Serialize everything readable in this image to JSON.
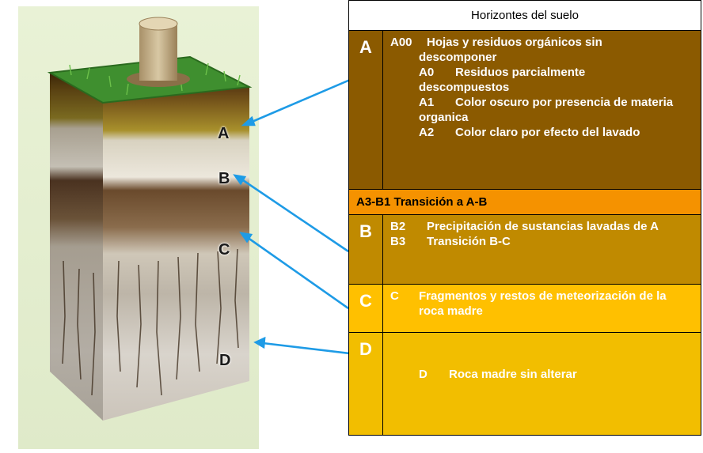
{
  "table": {
    "title": "Horizontes del suelo",
    "rows": [
      {
        "label": "A",
        "color": "#8B5A00",
        "entries": [
          {
            "code": "A00",
            "text": "Hojas y residuos orgánicos sin",
            "cont": "descomponer"
          },
          {
            "code": "A0",
            "text": "Residuos parcialmente",
            "cont": "descompuestos"
          },
          {
            "code": "A1",
            "text": "Color oscuro por presencia de materia",
            "cont": "organica"
          },
          {
            "code": "A2",
            "text": "Color claro por efecto del lavado"
          }
        ]
      },
      {
        "label": "A3-B1 Transición a A-B",
        "color": "#F59200"
      },
      {
        "label": "B",
        "color": "#C08A00",
        "entries": [
          {
            "code": "B2",
            "text": "Precipitación de sustancias lavadas de A"
          },
          {
            "code": "B3",
            "text": "Transición B-C"
          }
        ]
      },
      {
        "label": "C",
        "color": "#FFC000",
        "entries": [
          {
            "code": "C",
            "text": "Fragmentos y restos de meteorización de la",
            "cont": "roca madre"
          }
        ]
      },
      {
        "label": "D",
        "color": "#F2BE00",
        "entries": [
          {
            "code": "D",
            "text": "Roca madre sin alterar"
          }
        ]
      }
    ]
  },
  "illustration": {
    "labels": [
      "A",
      "B",
      "C",
      "D"
    ],
    "arrow_color": "#1E9BE6"
  }
}
